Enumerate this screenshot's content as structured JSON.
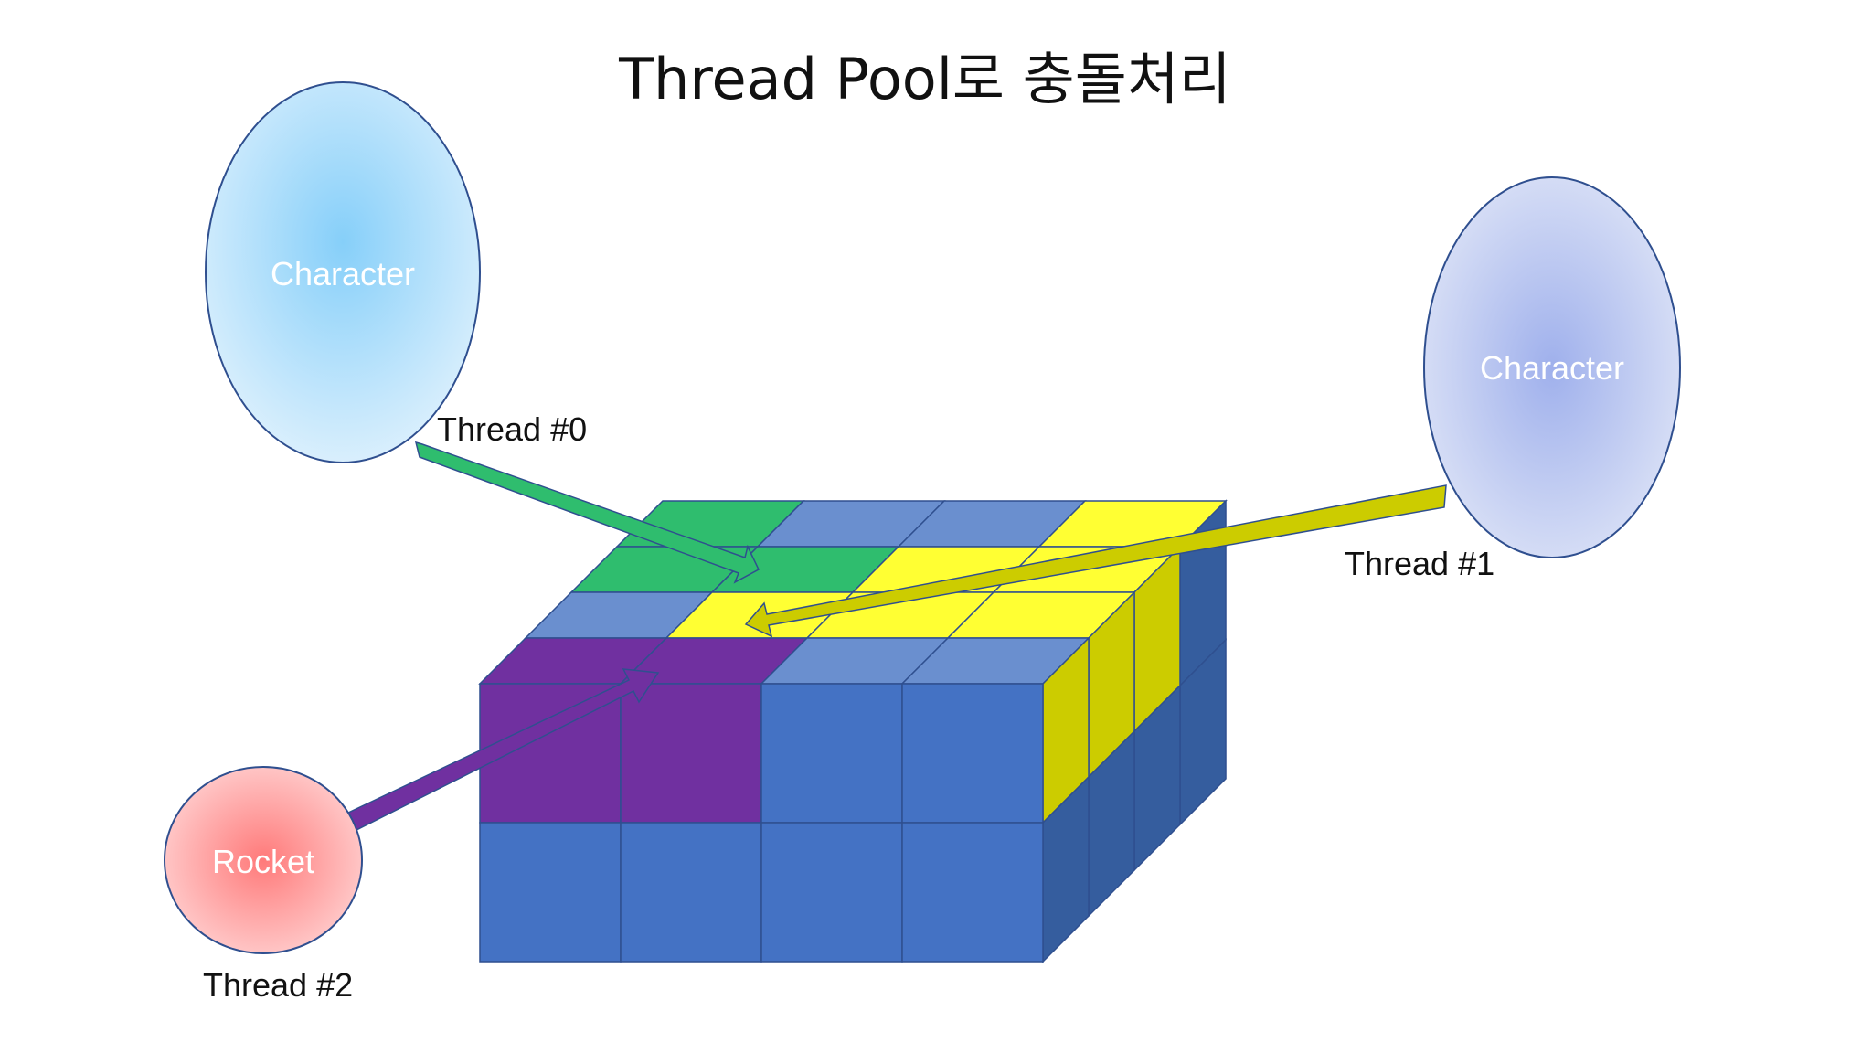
{
  "title": "Thread Pool로 충돌처리",
  "entities": {
    "character_left": "Character",
    "character_right": "Character",
    "rocket": "Rocket"
  },
  "threads": {
    "t0": "Thread #0",
    "t1": "Thread #1",
    "t2": "Thread #2"
  },
  "colors": {
    "thread0": "#2fbd6e",
    "thread1": "#ffff33",
    "thread1_dark": "#cccc00",
    "thread2": "#7030a0",
    "cell": "#4472c4",
    "cell_top": "#6a8fcf",
    "cell_side": "#355d9e",
    "outline": "#2f4f8f",
    "character_left": "#8fd3fb",
    "character_right": "#a9b7ea",
    "rocket": "#ff8a8a"
  }
}
